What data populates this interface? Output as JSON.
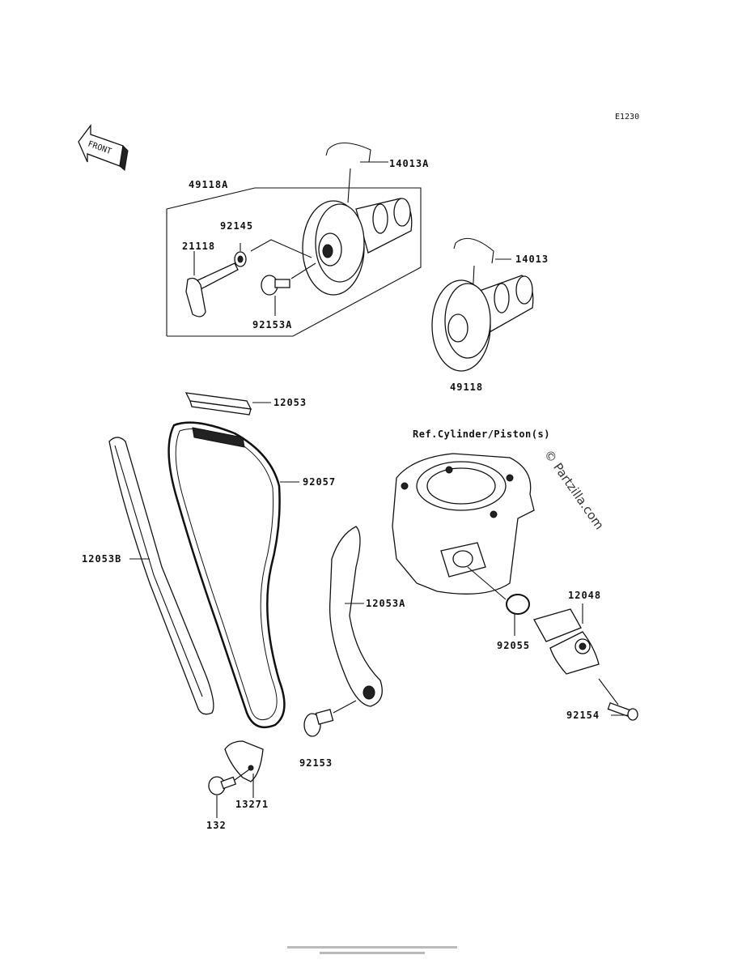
{
  "diagram_code": "E1230",
  "front_arrow_label": "FRONT",
  "reference_label": "Ref.Cylinder/Piston(s)",
  "watermark": "© Partzilla.com",
  "parts": [
    {
      "id": "p-14013A",
      "label": "14013A"
    },
    {
      "id": "p-49118A",
      "label": "49118A"
    },
    {
      "id": "p-92145",
      "label": "92145"
    },
    {
      "id": "p-21118",
      "label": "21118"
    },
    {
      "id": "p-92153A",
      "label": "92153A"
    },
    {
      "id": "p-14013",
      "label": "14013"
    },
    {
      "id": "p-49118",
      "label": "49118"
    },
    {
      "id": "p-12053",
      "label": "12053"
    },
    {
      "id": "p-92057",
      "label": "92057"
    },
    {
      "id": "p-12053B",
      "label": "12053B"
    },
    {
      "id": "p-12053A",
      "label": "12053A"
    },
    {
      "id": "p-12048",
      "label": "12048"
    },
    {
      "id": "p-92055",
      "label": "92055"
    },
    {
      "id": "p-92154",
      "label": "92154"
    },
    {
      "id": "p-92153",
      "label": "92153"
    },
    {
      "id": "p-13271",
      "label": "13271"
    },
    {
      "id": "p-132",
      "label": "132"
    }
  ]
}
